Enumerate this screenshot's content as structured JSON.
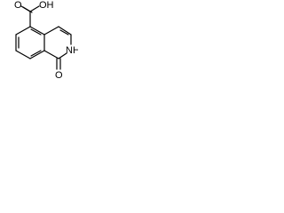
{
  "structure": {
    "atoms": {
      "carboxyl_oxygen_label": "O",
      "hydroxyl_label": "OH",
      "amide_nitrogen_label": "NH",
      "carbonyl_oxygen_label": "O"
    }
  }
}
